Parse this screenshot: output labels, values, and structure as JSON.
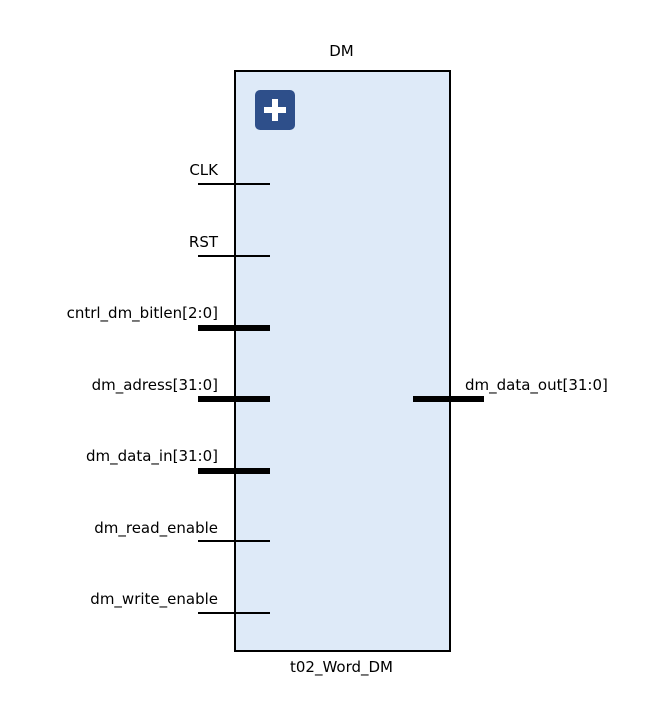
{
  "block": {
    "instance_name": "DM",
    "module_name": "t02_Word_DM",
    "fill_color": "#deeaf8",
    "border_color": "#000000",
    "expand_icon": "plus-icon",
    "expand_button_color": "#2e4f8a"
  },
  "inputs": [
    {
      "label": "CLK",
      "type": "wire"
    },
    {
      "label": "RST",
      "type": "wire"
    },
    {
      "label": "cntrl_dm_bitlen[2:0]",
      "type": "bus"
    },
    {
      "label": "dm_adress[31:0]",
      "type": "bus"
    },
    {
      "label": "dm_data_in[31:0]",
      "type": "bus"
    },
    {
      "label": "dm_read_enable",
      "type": "wire"
    },
    {
      "label": "dm_write_enable",
      "type": "wire"
    }
  ],
  "outputs": [
    {
      "label": "dm_data_out[31:0]",
      "type": "bus"
    }
  ]
}
